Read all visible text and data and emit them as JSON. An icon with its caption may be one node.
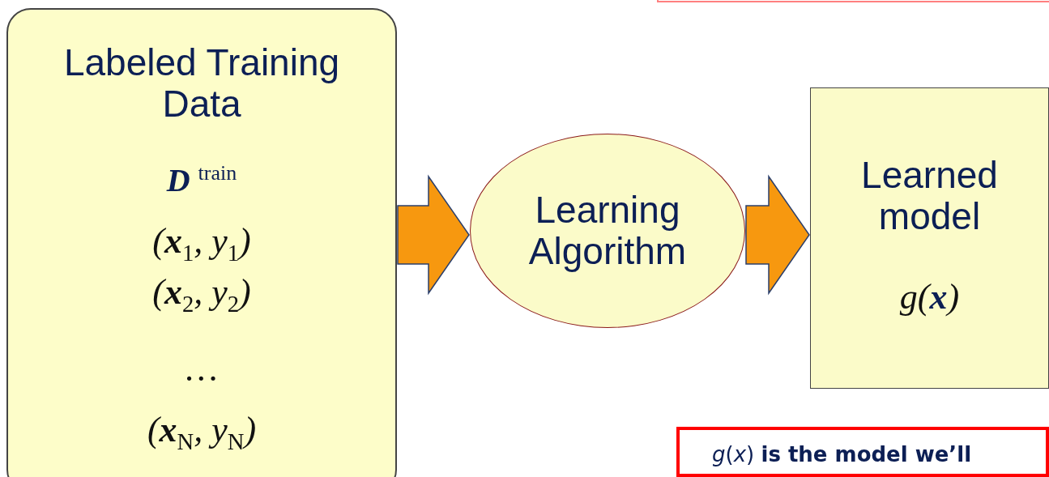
{
  "diagram": {
    "nodes": [
      {
        "text": [
          "Labeled Training Data",
          "**D** $^{train}$",
          "(**x**$_{1}$, y$_{1}$)",
          "(**x**$_{2}$, y$_{2}$)",
          "…",
          "(**x**$_{N}$, y$_{N}$)"
        ]
      },
      {
        "text": [
          "Learning Algorithm"
        ]
      },
      {
        "text": [
          "Learned model",
          "g(**x**)"
        ]
      },
      {
        "text": [
          "*g*(*x*) **is the model we’ll**"
        ]
      }
    ],
    "edges": [
      {
        "from": 0,
        "to": 1,
        "arrow": "to",
        "style": "thick",
        "color": "#f7980f"
      },
      {
        "from": 1,
        "to": 2,
        "arrow": "to",
        "style": "thick",
        "color": "#f7980f"
      }
    ]
  }
}
